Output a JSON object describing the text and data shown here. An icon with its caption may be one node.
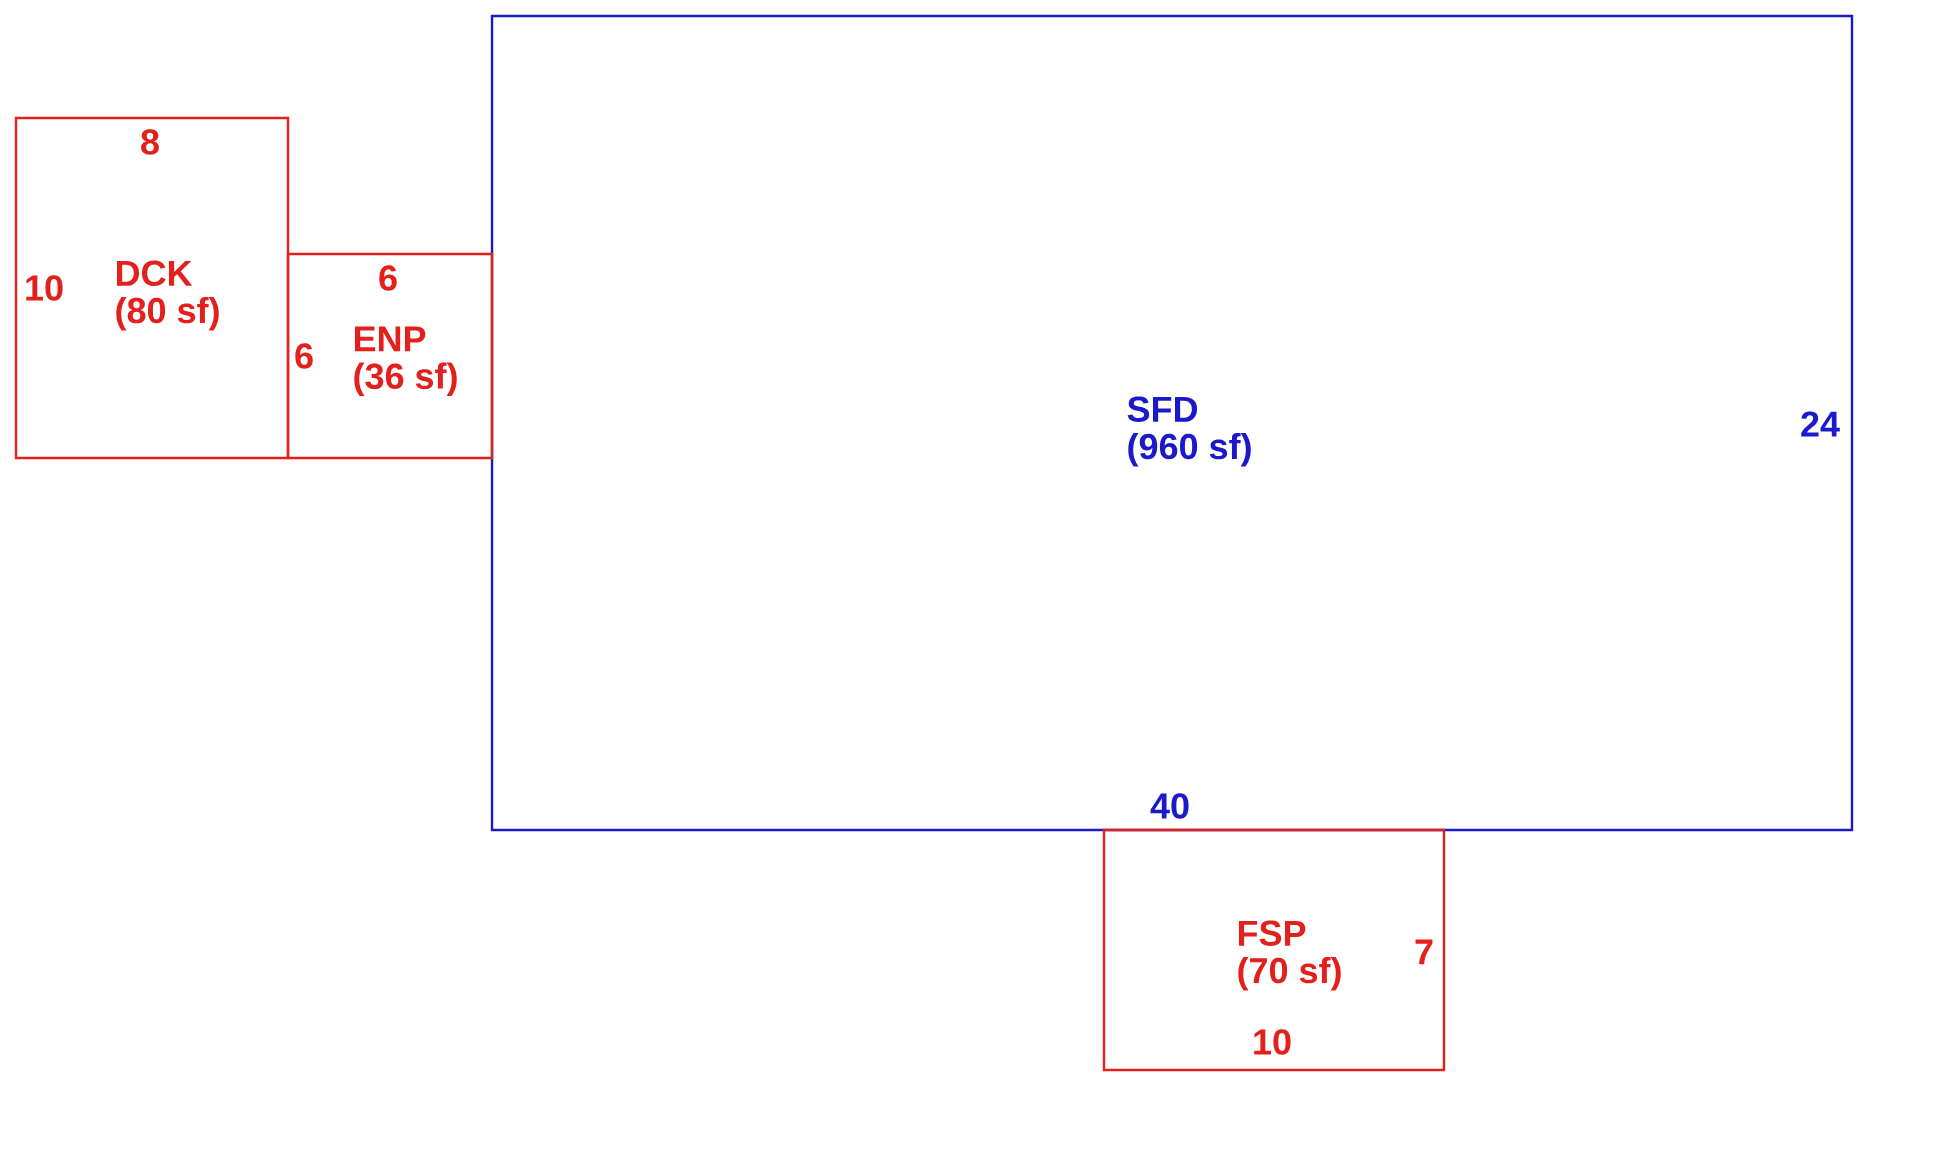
{
  "diagram": {
    "nodes": [
      {
        "text": [
          "SFD",
          "(960 sf)",
          "24",
          "40"
        ]
      },
      {
        "text": [
          "DCK",
          "(80 sf)",
          "8",
          "10"
        ]
      },
      {
        "text": [
          "ENP",
          "(36 sf)",
          "6",
          "6"
        ]
      },
      {
        "text": [
          "FSP",
          "(70 sf)",
          "7",
          "10"
        ]
      }
    ]
  }
}
